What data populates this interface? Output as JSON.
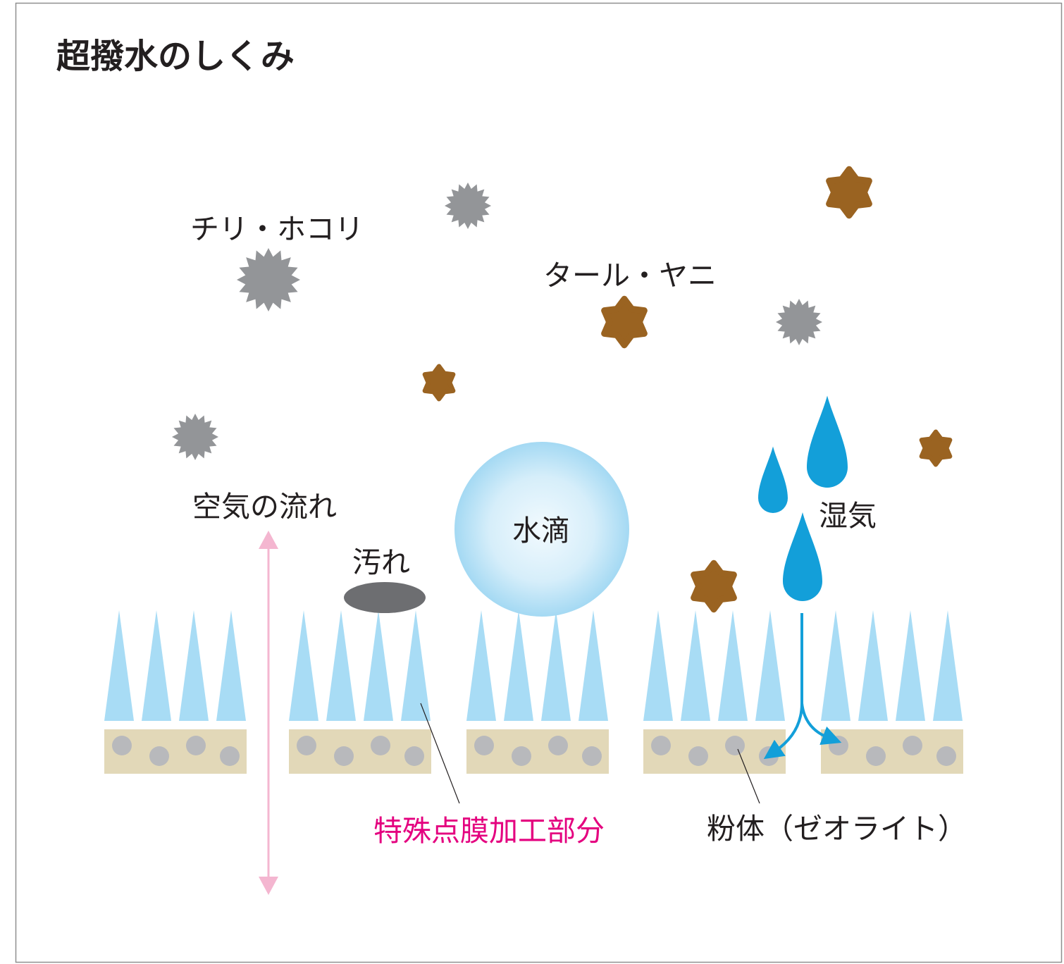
{
  "title": "超撥水のしくみ",
  "labels": {
    "dust": "チリ・ホコリ",
    "tar": "タール・ヤニ",
    "airflow": "空気の流れ",
    "dirt": "汚れ",
    "water_drop": "水滴",
    "humidity": "湿気",
    "coating": "特殊点膜加工部分",
    "powder": "粉体（ゼオライト）"
  },
  "colors": {
    "text": "#231f20",
    "coating_label": "#e4007f",
    "frame": "#8f8f8f",
    "spike": "#a8dcf5",
    "base": "#e2d8b8",
    "zeolite_grain": "#b8b9bc",
    "dust": "#939598",
    "tar": "#9a6321",
    "moisture": "#139fd9",
    "airflow_arrow": "#f4b6d0",
    "dirt": "#6d6e71",
    "leader_line": "#231f20",
    "sphere_center": "#f2fafe",
    "sphere_mid": "#d6eefa",
    "sphere_edge": "#a4d9f3"
  }
}
